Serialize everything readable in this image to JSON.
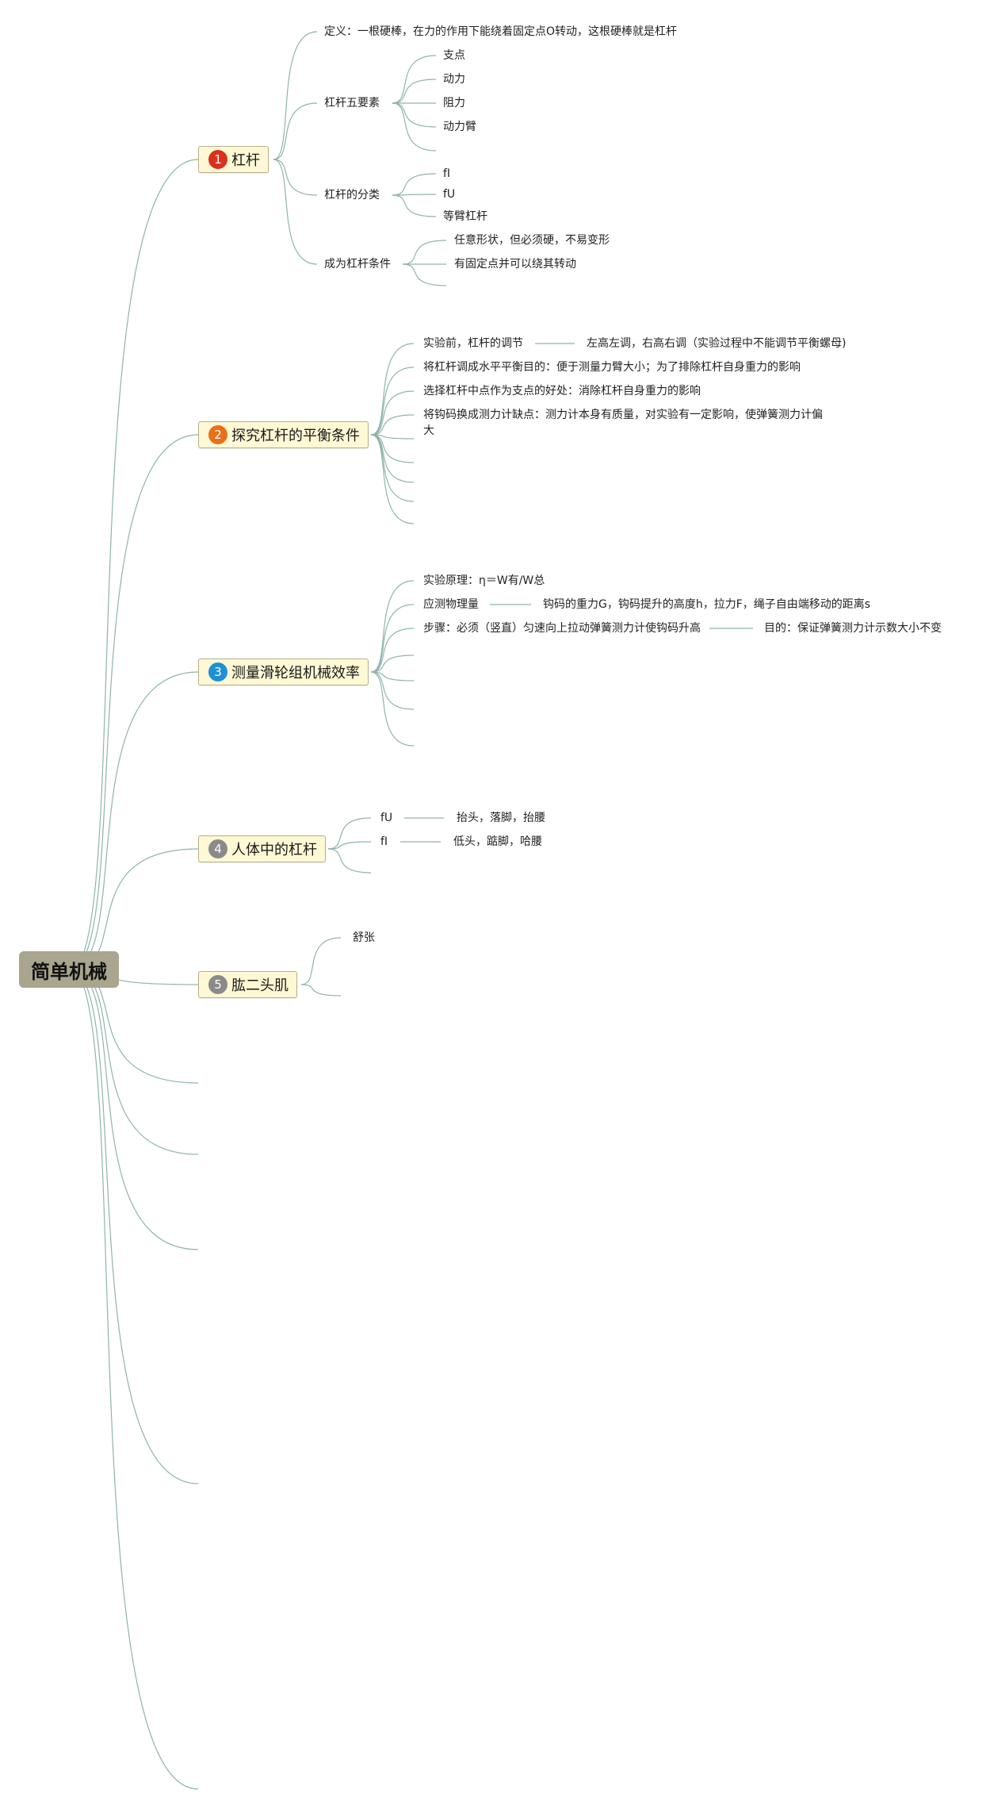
{
  "root": {
    "label": "简单机械"
  },
  "branches": [
    {
      "num": "1",
      "label": "杠杆",
      "color": "#d8311c",
      "definition": "定义：一根硬棒，在力的作用下能绕着固定点O转动，这根硬棒就是杠杆",
      "five_elements": {
        "label": "杠杆五要素",
        "items": [
          "支点",
          "动力",
          "阻力",
          "动力臂"
        ]
      },
      "classification": {
        "label": "杠杆的分类",
        "items": [
          "fI",
          "fU",
          "等臂杠杆"
        ]
      },
      "conditions": {
        "label": "成为杠杆条件",
        "items": [
          "任意形状，但必须硬，不易变形",
          "有固定点并可以绕其转动"
        ]
      }
    },
    {
      "num": "2",
      "label": "探究杠杆的平衡条件",
      "color": "#e8701b",
      "adjust": {
        "label": "实验前，杠杆的调节",
        "detail": "左高左调，右高右调（实验过程中不能调节平衡螺母)"
      },
      "items": [
        "将杠杆调成水平平衡目的：便于测量力臂大小；为了排除杠杆自身重力的影响",
        "选择杠杆中点作为支点的好处：消除杠杆自身重力的影响",
        "将钩码换成测力计缺点：测力计本身有质量，对实验有一定影响，使弹簧测力计偏大"
      ]
    },
    {
      "num": "3",
      "label": "测量滑轮组机械效率",
      "color": "#1e90d6",
      "principle": "实验原理：η＝W有/W总",
      "measure": {
        "label": "应测物理量",
        "detail": "钩码的重力G，钩码提升的高度h，拉力F，绳子自由端移动的距离s"
      },
      "steps": {
        "label": "步骤：必须（竖直）匀速向上拉动弹簧测力计使钩码升高",
        "detail": "目的：保证弹簧测力计示数大小不变"
      }
    },
    {
      "num": "4",
      "label": "人体中的杠杆",
      "color": "#8a8a8a",
      "items": [
        {
          "label": "fU",
          "detail": "抬头，落脚，抬腰"
        },
        {
          "label": "fI",
          "detail": "低头，踮脚，哈腰"
        }
      ]
    },
    {
      "num": "5",
      "label": "肱二头肌",
      "color": "#8a8a8a",
      "items": [
        "舒张"
      ]
    }
  ],
  "colors": {
    "line": "#8fb4ac",
    "topic_bg": "#fff8d4",
    "root_bg": "#aaa58e"
  }
}
